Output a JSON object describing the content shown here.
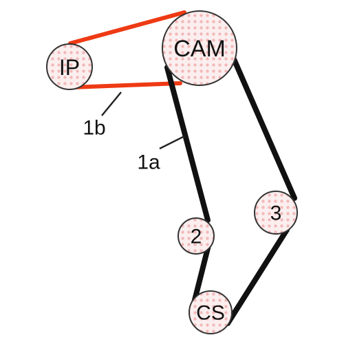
{
  "colors": {
    "primary_belt": "#111111",
    "secondary_belt": "#ee3a14",
    "pulley_stroke": "#333333",
    "pulley_fill": "#fbeeee",
    "pulley_dot": "#f2b8b8",
    "leader_line": "#222222"
  },
  "pulleys": {
    "ip": {
      "label": "IP"
    },
    "cam": {
      "label": "CAM"
    },
    "two": {
      "label": "2"
    },
    "three": {
      "label": "3"
    },
    "cs": {
      "label": "CS"
    }
  },
  "belts": {
    "secondary": {
      "label": "1b"
    },
    "primary": {
      "label": "1a"
    }
  }
}
